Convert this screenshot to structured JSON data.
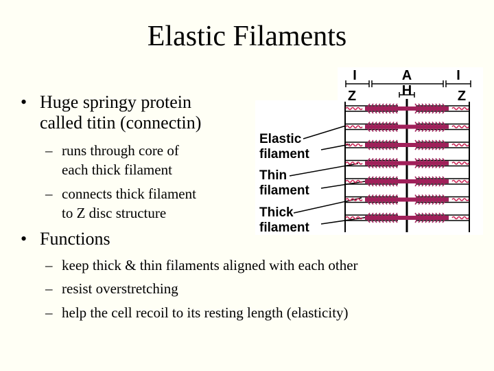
{
  "title": "Elastic Filaments",
  "bullets": [
    {
      "text_line1": "Huge springy protein",
      "text_line2": "called titin (connectin)",
      "subs": [
        {
          "line1": "runs through core of",
          "line2": "each thick filament"
        },
        {
          "line1": "connects thick filament",
          "line2": "to Z disc structure"
        }
      ]
    },
    {
      "text": "Functions",
      "subs": [
        {
          "line1": "keep thick & thin filaments aligned with each other"
        },
        {
          "line1": "resist overstretching"
        },
        {
          "line1": "help the cell recoil to its resting length (elasticity)"
        }
      ]
    }
  ],
  "diagram": {
    "band_labels": {
      "I_left": "I",
      "A": "A",
      "I_right": "I",
      "Z_left": "Z",
      "H": "H",
      "Z_right": "Z"
    },
    "labels": {
      "elastic_1": "Elastic",
      "elastic_2": "filament",
      "thin_1": "Thin",
      "thin_2": "filament",
      "thick_1": "Thick",
      "thick_2": "filament"
    },
    "colors": {
      "thick": "#a0205a",
      "thin": "#000000",
      "elastic": "#cc2a5a"
    }
  }
}
